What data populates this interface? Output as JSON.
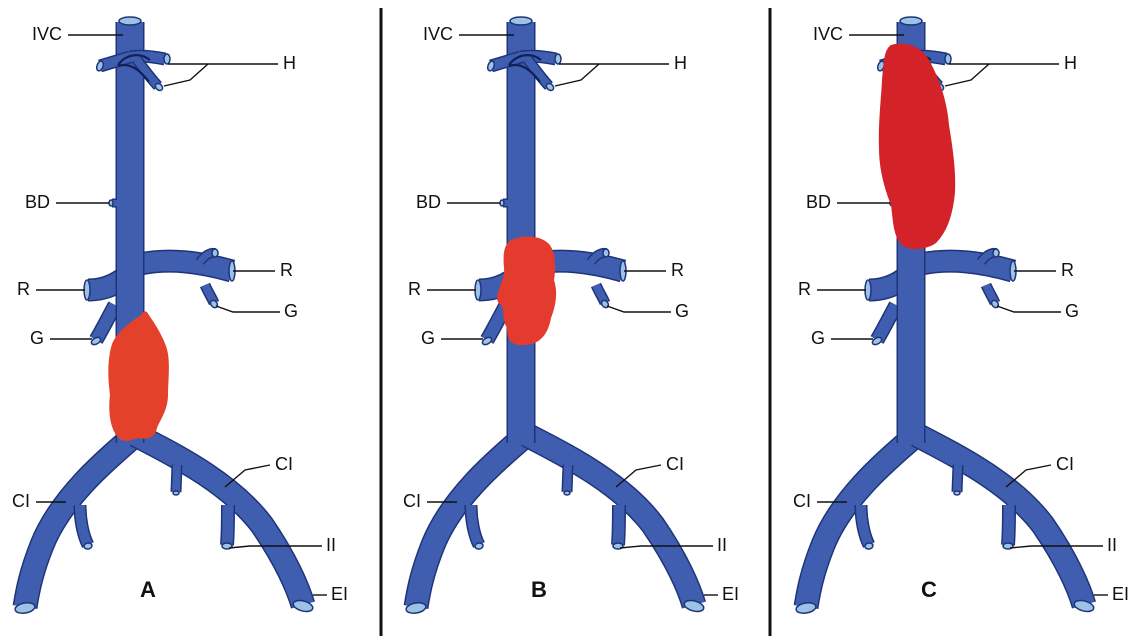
{
  "colors": {
    "vein": "#3f5eb0",
    "vein_edge": "#1f3478",
    "vessel_opening": "#9cc3e6",
    "thrombus_A": "#e4412b",
    "thrombus_B": "#e33b2e",
    "thrombus_C": "#d42229",
    "ink": "#111111"
  },
  "labels": {
    "ivc": "IVC",
    "hepatic": "H",
    "bd": "BD",
    "renal": "R",
    "gonadal": "G",
    "common_iliac": "CI",
    "internal_iliac": "II",
    "external_iliac": "EI"
  },
  "panels": [
    {
      "letter": "A",
      "thrombus_site": "infrarenal"
    },
    {
      "letter": "B",
      "thrombus_site": "renal"
    },
    {
      "letter": "C",
      "thrombus_site": "suprarenal"
    }
  ]
}
